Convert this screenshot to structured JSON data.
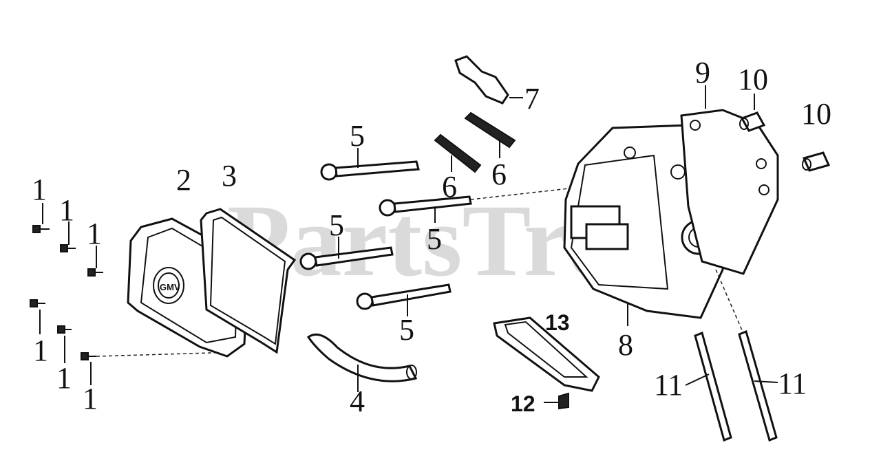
{
  "watermark": "PartsTree",
  "callouts": [
    {
      "id": "c1a",
      "label": "1"
    },
    {
      "id": "c1b",
      "label": "1"
    },
    {
      "id": "c1c",
      "label": "1"
    },
    {
      "id": "c1d",
      "label": "1"
    },
    {
      "id": "c1e",
      "label": "1"
    },
    {
      "id": "c1f",
      "label": "1"
    },
    {
      "id": "c2",
      "label": "2"
    },
    {
      "id": "c3",
      "label": "3"
    },
    {
      "id": "c4",
      "label": "4"
    },
    {
      "id": "c5a",
      "label": "5"
    },
    {
      "id": "c5b",
      "label": "5"
    },
    {
      "id": "c5c",
      "label": "5"
    },
    {
      "id": "c5d",
      "label": "5"
    },
    {
      "id": "c6a",
      "label": "6"
    },
    {
      "id": "c6b",
      "label": "6"
    },
    {
      "id": "c7",
      "label": "7"
    },
    {
      "id": "c8",
      "label": "8"
    },
    {
      "id": "c9",
      "label": "9"
    },
    {
      "id": "c10a",
      "label": "10"
    },
    {
      "id": "c10b",
      "label": "10"
    },
    {
      "id": "c11a",
      "label": "11"
    },
    {
      "id": "c11b",
      "label": "11"
    },
    {
      "id": "c12",
      "label": "12"
    },
    {
      "id": "c13",
      "label": "13"
    }
  ],
  "cover_logo": "GMV"
}
